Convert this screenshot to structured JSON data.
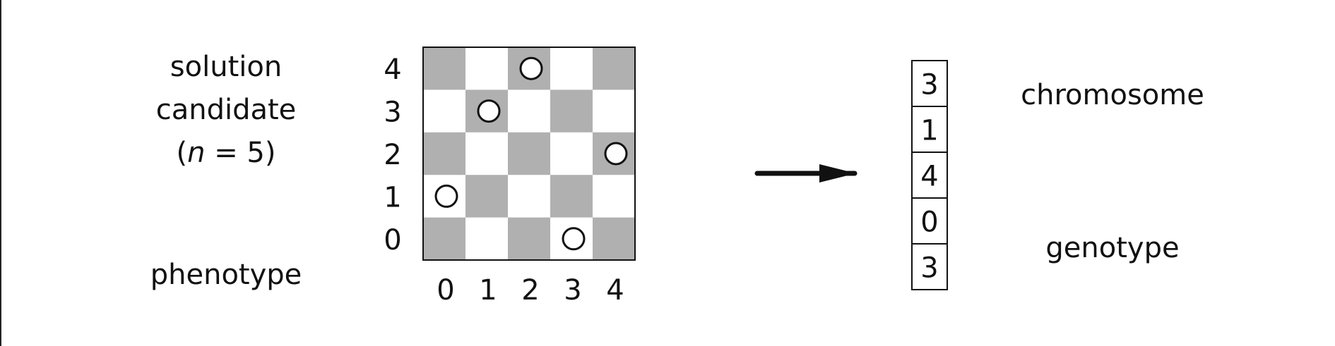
{
  "labels": {
    "solution": "solution",
    "candidate": "candidate",
    "n_open": "(",
    "n_var": "n",
    "n_eq": " = 5)",
    "phenotype": "phenotype",
    "chromosome": "chromosome",
    "genotype": "genotype"
  },
  "board": {
    "size": 5,
    "row_labels": [
      "4",
      "3",
      "2",
      "1",
      "0"
    ],
    "col_labels": [
      "0",
      "1",
      "2",
      "3",
      "4"
    ],
    "queens": [
      {
        "col": 0,
        "row": 1
      },
      {
        "col": 1,
        "row": 3
      },
      {
        "col": 2,
        "row": 4
      },
      {
        "col": 3,
        "row": 0
      },
      {
        "col": 4,
        "row": 2
      }
    ],
    "dark_color": "#b0b0b0",
    "light_color": "#ffffff"
  },
  "chromosome": {
    "genes": [
      "3",
      "1",
      "4",
      "0",
      "3"
    ]
  },
  "colors": {
    "ink": "#111111"
  }
}
